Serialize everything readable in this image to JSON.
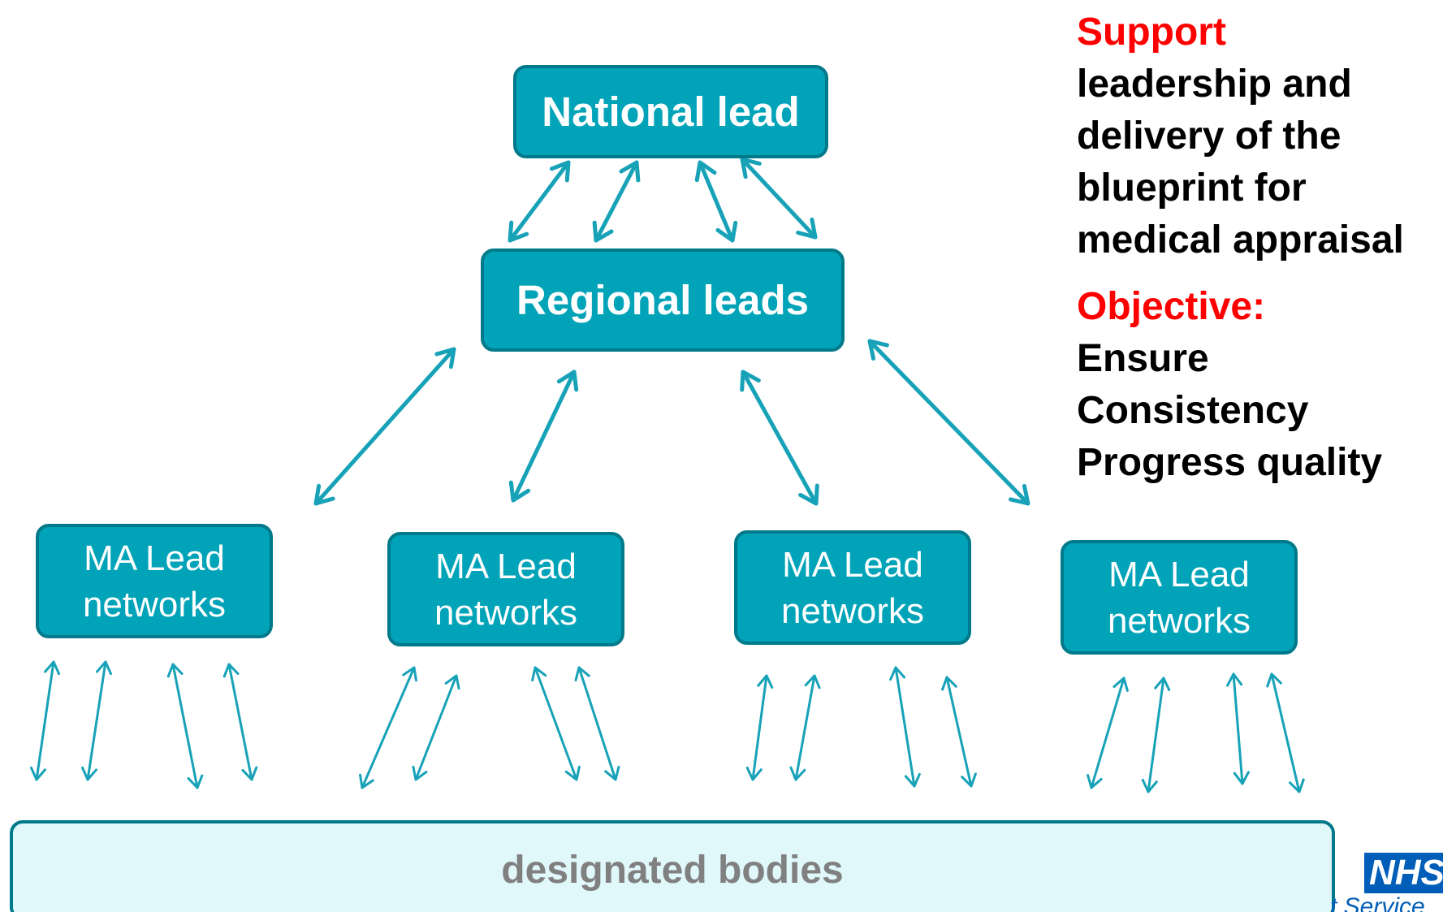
{
  "boxes": {
    "national": "National lead",
    "regional": "Regional leads",
    "network_line1": "MA Lead",
    "network_line2": "networks",
    "designated": "designated bodies"
  },
  "side_panel": {
    "support_heading": "Support",
    "support_lines": [
      "leadership and",
      "delivery of the",
      "blueprint for",
      "medical appraisal"
    ],
    "objective_heading": "Objective:",
    "objective_lines": [
      "Ensure",
      "Consistency",
      "Progress quality"
    ]
  },
  "logo": {
    "nhs": "NHS",
    "sub": "t Service"
  },
  "colors": {
    "box_fill": "#00a3b8",
    "box_border": "#00798a",
    "arrow": "#17a2b8",
    "heading_red": "#ff0000",
    "designated_fill": "#e1f8fb",
    "designated_text": "#808080",
    "nhs_blue": "#005eb8"
  }
}
